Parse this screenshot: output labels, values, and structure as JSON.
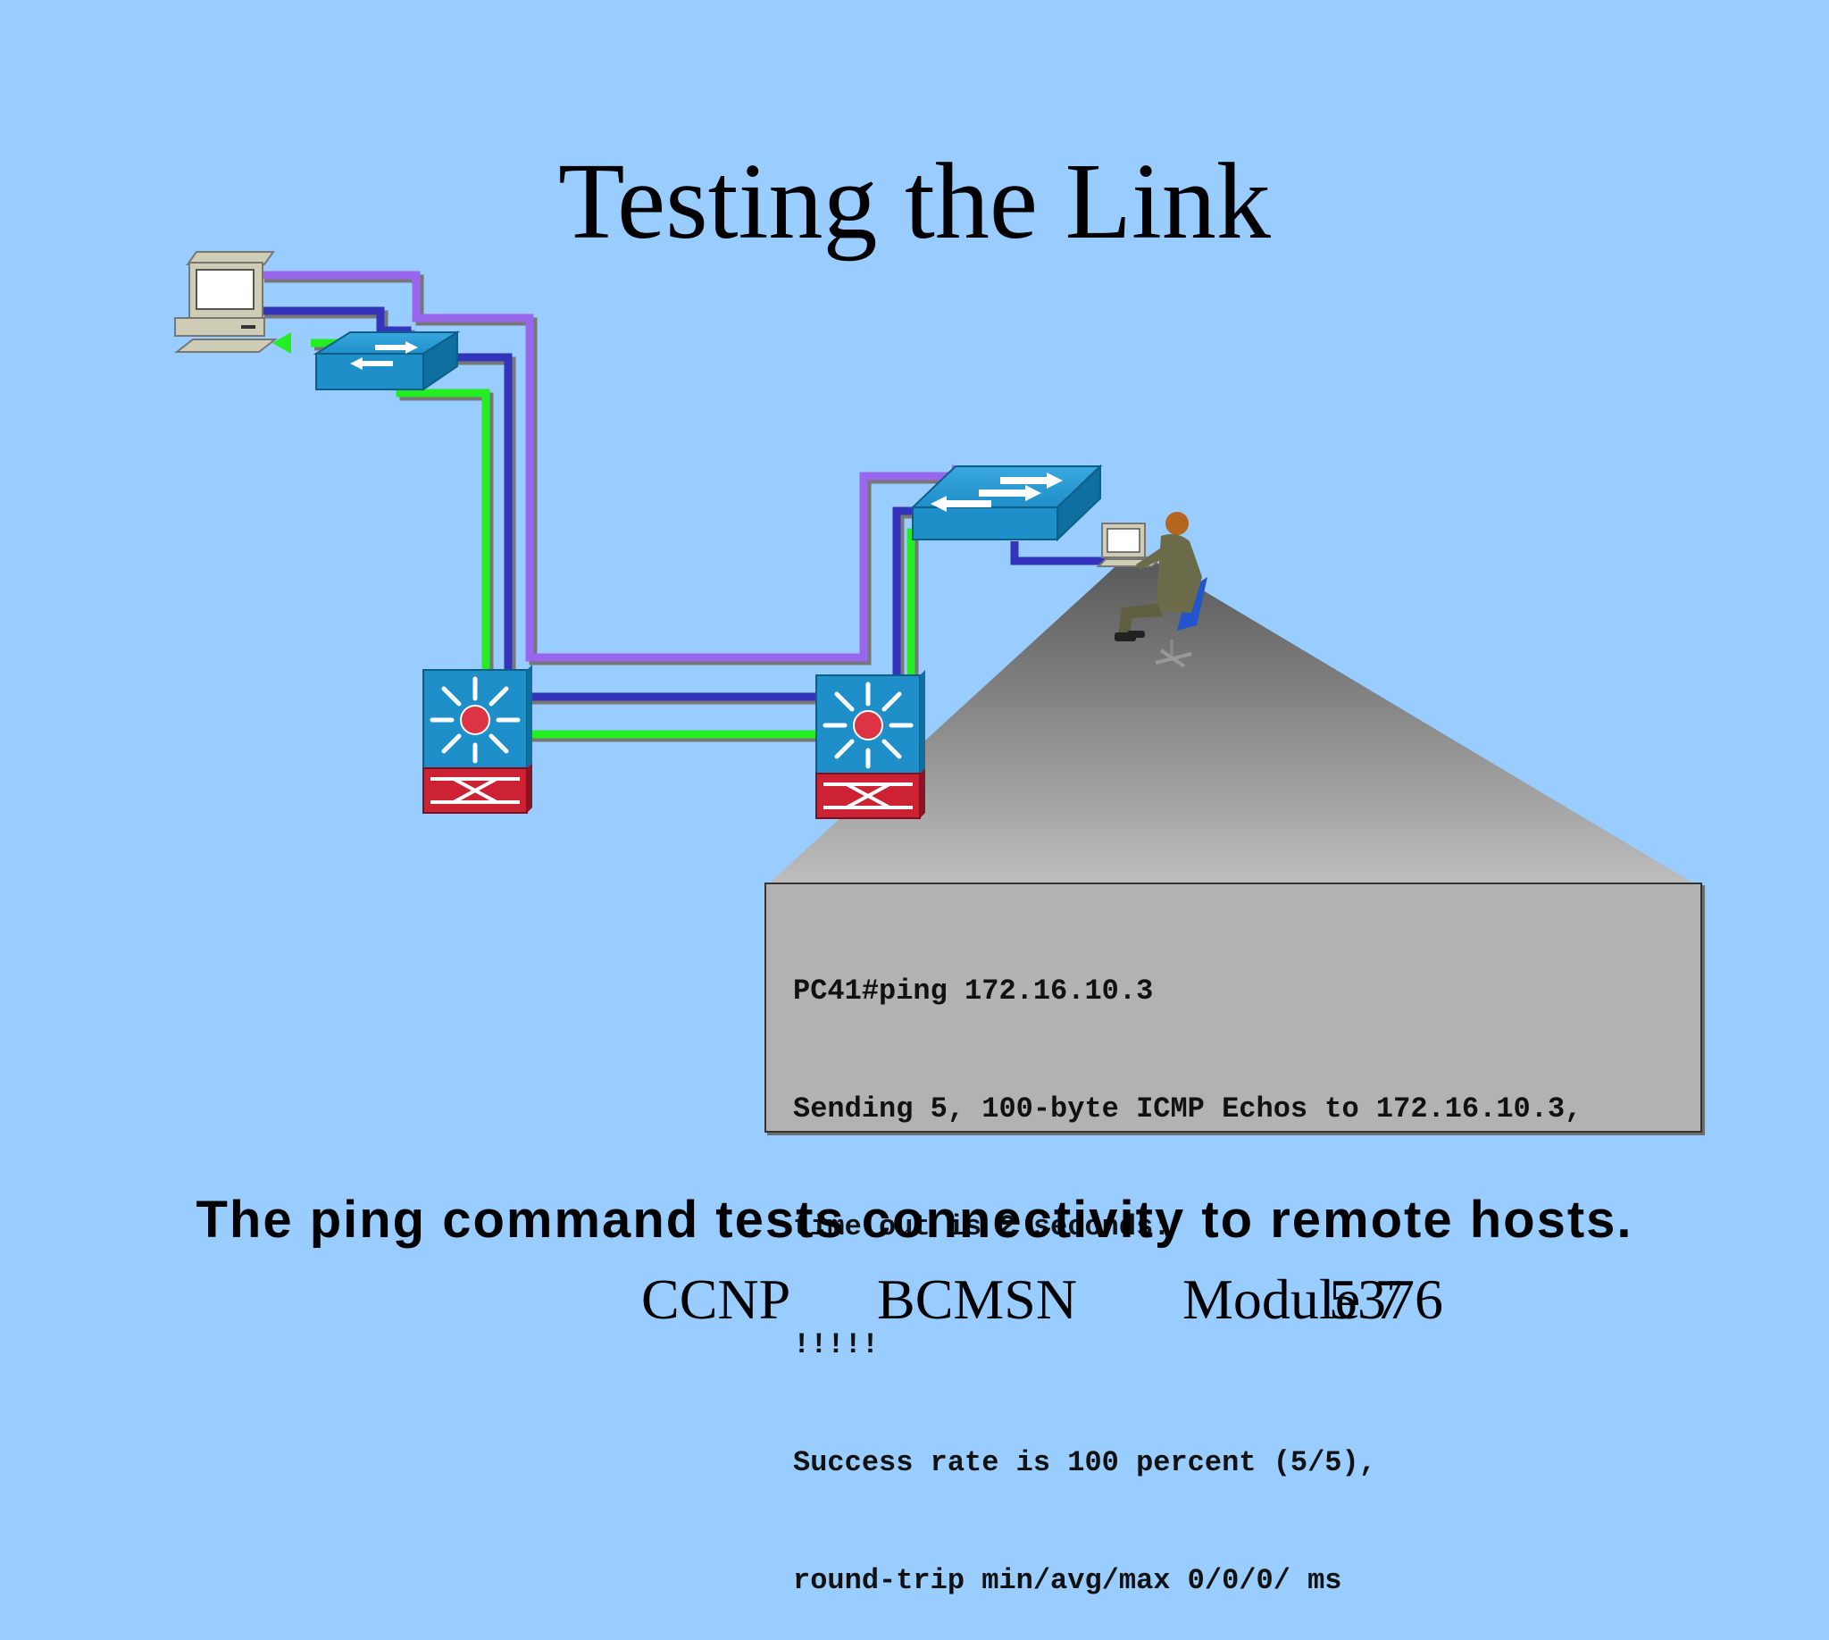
{
  "slide": {
    "title": "Testing the Link",
    "caption": "The ping command tests connectivity to remote hosts."
  },
  "console": {
    "lines": [
      "PC41#ping 172.16.10.3",
      "Sending 5, 100-byte ICMP Echos to 172.16.10.3,",
      "time out is 2 seconds:",
      "!!!!!",
      "Success rate is 100 percent (5/5),",
      "round-trip min/avg/max 0/0/0/ ms"
    ]
  },
  "footer": {
    "course": "CCNP",
    "subject": "BCMSN",
    "module": "Module 7",
    "page": "5376"
  },
  "colors": {
    "background": "#99ccff",
    "link_purple": "#9966ee",
    "link_blue": "#3333bb",
    "link_green": "#22ee22",
    "switch_blue": "#1f8fc9",
    "router_red": "#cc2233"
  },
  "icons": [
    "pc-icon",
    "access-switch-icon",
    "multilayer-switch-icon",
    "workgroup-switch-icon",
    "user-at-workstation-icon"
  ]
}
